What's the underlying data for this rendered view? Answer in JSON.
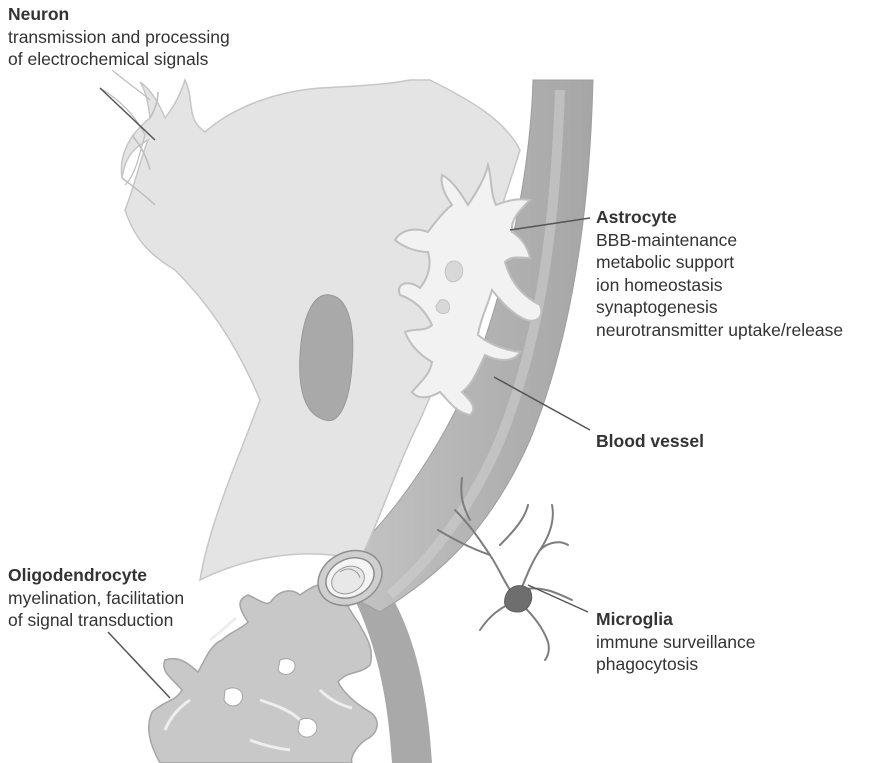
{
  "labels": {
    "neuron": {
      "title": "Neuron",
      "lines": [
        "transmission and processing",
        "of electrochemical signals"
      ]
    },
    "astrocyte": {
      "title": "Astrocyte",
      "lines": [
        "BBB-maintenance",
        "metabolic support",
        "ion homeostasis",
        "synaptogenesis",
        "neurotransmitter uptake/release"
      ]
    },
    "blood_vessel": {
      "title": "Blood vessel"
    },
    "oligodendrocyte": {
      "title": "Oligodendrocyte",
      "lines": [
        "myelination, facilitation",
        "of signal transduction"
      ]
    },
    "microglia": {
      "title": "Microglia",
      "lines": [
        "immune surveillance",
        "phagocytosis"
      ]
    }
  },
  "colors": {
    "background": "#ffffff",
    "cell_fill": "#e4e4e4",
    "cell_outline": "#c4c4c4",
    "vessel_fill": "#b9b9b9",
    "vessel_shade": "#a9a9a9",
    "nucleus": "#a9a9a9",
    "microglia": "#7d7d7d",
    "leader_line": "#555555",
    "text": "#333333"
  }
}
